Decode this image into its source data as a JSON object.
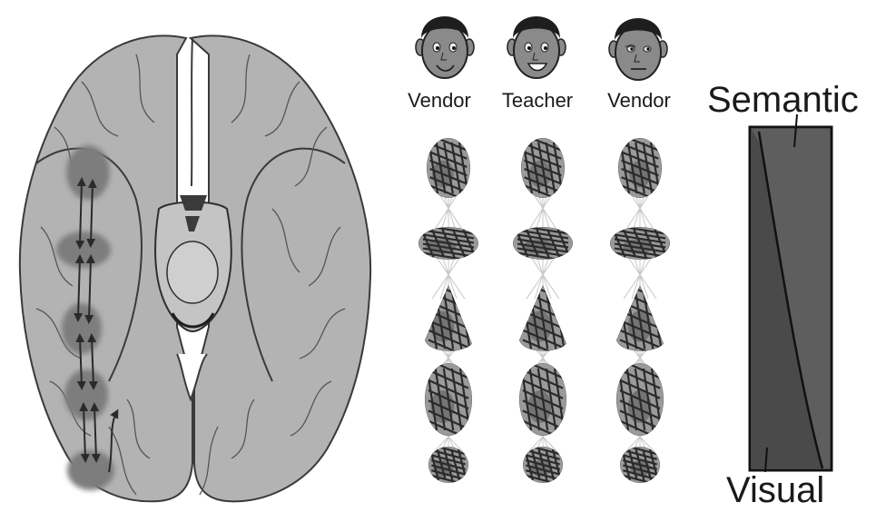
{
  "faces": [
    {
      "label": "Vendor"
    },
    {
      "label": "Teacher"
    },
    {
      "label": "Vendor"
    }
  ],
  "gradient_bar": {
    "top_label": "Semantic",
    "bottom_label": "Visual"
  }
}
